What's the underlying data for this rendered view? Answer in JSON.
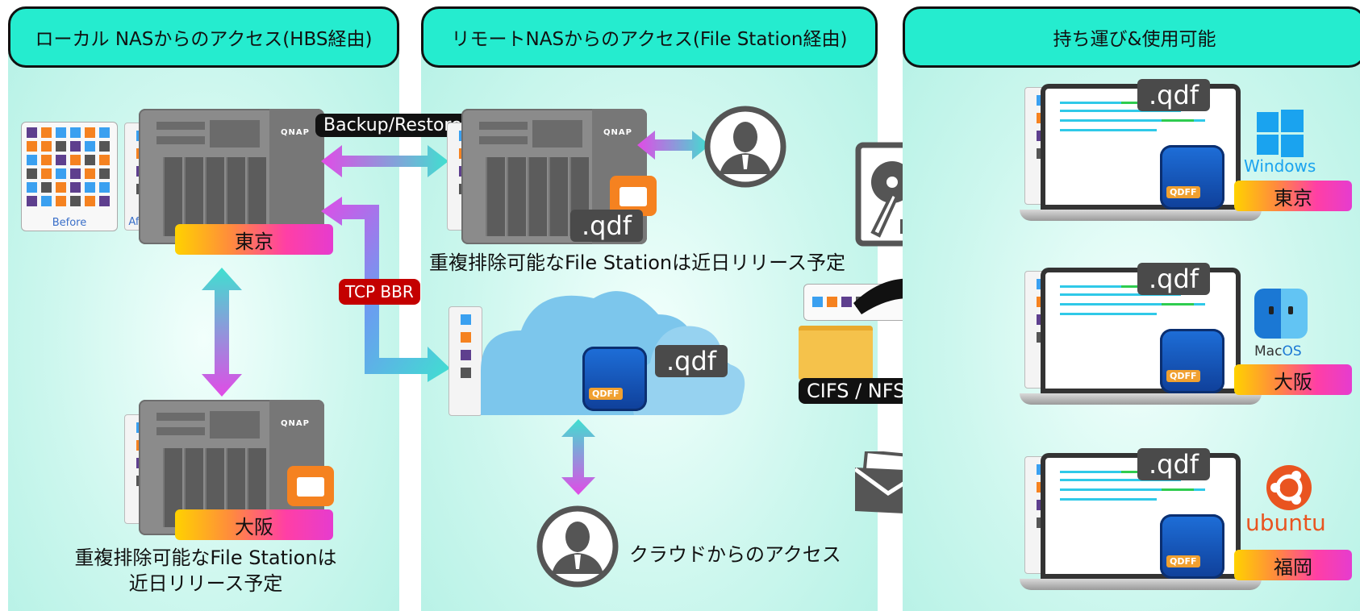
{
  "panels": {
    "local": {
      "title": "ローカル NASからのアクセス(HBS経由)"
    },
    "remote": {
      "title": "リモートNASからのアクセス(File Station経由)"
    },
    "portable": {
      "title": "持ち運び&使用可能"
    }
  },
  "local": {
    "before_label": "Before",
    "after_label": "After",
    "brand": "QNAP",
    "city_top": "東京",
    "city_bottom": "大阪",
    "caption_line1": "重複排除可能なFile Stationは",
    "caption_line2": "近日リリース予定"
  },
  "remote": {
    "backup_label": "Backup/Restore",
    "tcp_label": "TCP BBR",
    "brand": "QNAP",
    "qdf_nas": ".qdf",
    "caption_nas": "重複排除可能なFile Stationは近日リリース予定",
    "qdf_cloud": ".qdf",
    "qdff_badge": "QDFF",
    "cloud_caption": "クラウドからのアクセス"
  },
  "middle": {
    "protocols": "CIFS / NFS / FTP"
  },
  "portable": {
    "laptops": [
      {
        "qdf": ".qdf",
        "badge": "QDFF",
        "os": "Windows",
        "city": "東京"
      },
      {
        "qdf": ".qdf",
        "badge": "QDFF",
        "os_prefix": "Mac",
        "os_suffix": "OS",
        "city": "大阪"
      },
      {
        "qdf": ".qdf",
        "badge": "QDFF",
        "os": "ubuntu",
        "city": "福岡"
      }
    ]
  },
  "colors": {
    "header": "#25eccf",
    "arrow_pink": "#e14be6",
    "arrow_teal": "#3fe0d0",
    "blue": "#3aa0f0",
    "orange": "#f58220",
    "purple": "#5e3f8e",
    "tcp_red": "#c40000"
  }
}
